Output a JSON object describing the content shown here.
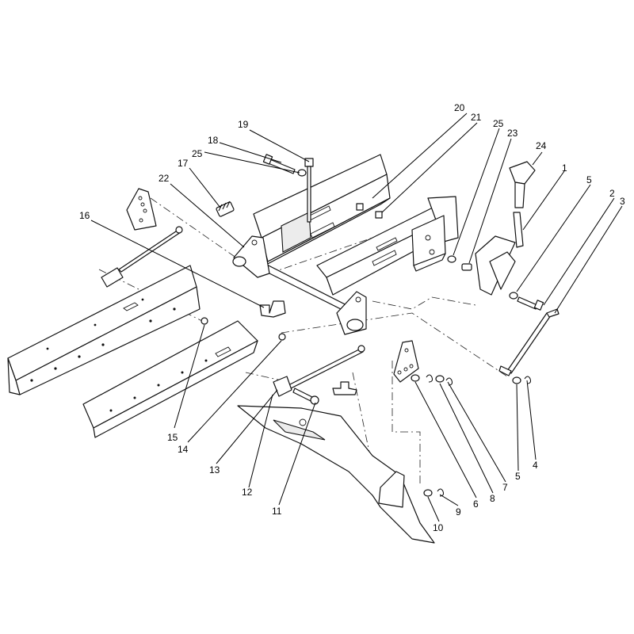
{
  "callouts": {
    "c1": "1",
    "c2": "2",
    "c3": "3",
    "c4": "4",
    "c5a": "5",
    "c5b": "5",
    "c6": "6",
    "c7": "7",
    "c8": "8",
    "c9": "9",
    "c10": "10",
    "c11": "11",
    "c12": "12",
    "c13": "13",
    "c14": "14",
    "c15": "15",
    "c16": "16",
    "c17": "17",
    "c18": "18",
    "c19": "19",
    "c20": "20",
    "c21": "21",
    "c22": "22",
    "c23": "23",
    "c24": "24",
    "c25a": "25",
    "c25b": "25"
  }
}
